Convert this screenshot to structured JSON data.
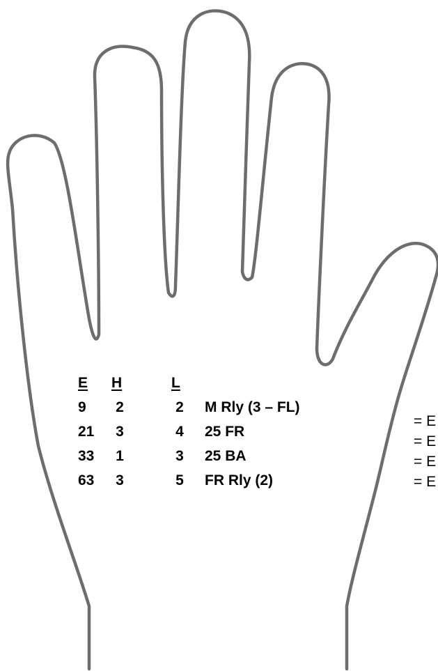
{
  "table": {
    "headers": {
      "e": "E",
      "h": "H",
      "l": "L"
    },
    "rows": [
      {
        "e": "9",
        "h": "2",
        "l": "2",
        "desc": "M Rly (3 – FL)"
      },
      {
        "e": "21",
        "h": "3",
        "l": "4",
        "desc": "25 FR"
      },
      {
        "e": "33",
        "h": "1",
        "l": "3",
        "desc": "25 BA"
      },
      {
        "e": "63",
        "h": "3",
        "l": "5",
        "desc": "FR Rly (2)"
      }
    ]
  },
  "side_labels": [
    "= E",
    "= E",
    "= E",
    "= E"
  ],
  "colors": {
    "outline": "#6d6d6d",
    "text": "#000000",
    "background": "#ffffff"
  }
}
